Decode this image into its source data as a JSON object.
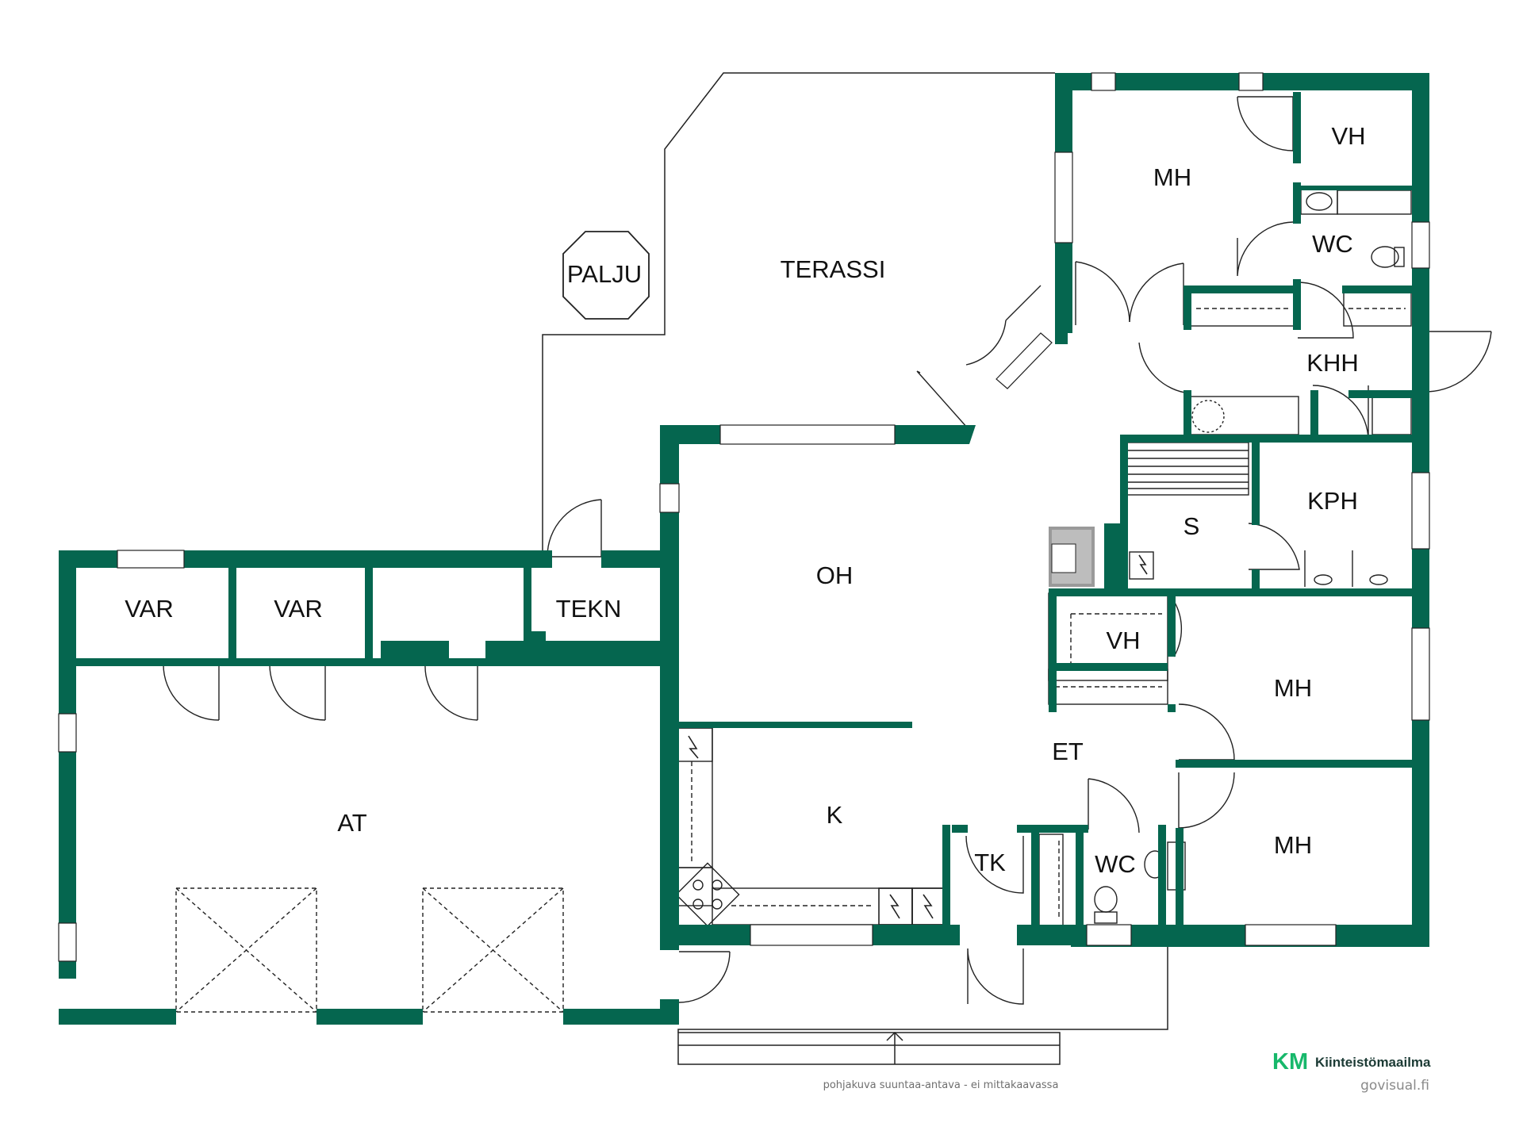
{
  "colors": {
    "wall": "#05664f",
    "line": "#222222",
    "brand_green": "#17b86b",
    "brand_dark": "#0c5a46"
  },
  "rooms": {
    "terassi": "TERASSI",
    "palju": "PALJU",
    "mh_top": "MH",
    "vh_top": "VH",
    "wc_top": "WC",
    "khh": "KHH",
    "kph": "KPH",
    "s": "S",
    "oh": "OH",
    "var1": "VAR",
    "var2": "VAR",
    "tekn": "TEKN",
    "vh_mid": "VH",
    "mh_mid": "MH",
    "et": "ET",
    "k": "K",
    "at": "AT",
    "tk": "TK",
    "wc_bottom": "WC",
    "mh_bottom": "MH"
  },
  "footer": {
    "note": "pohjakuva suuntaa-antava - ei mittakaavassa",
    "brand_mark": "KM",
    "brand_name": "Kiinteistömaailma",
    "provider": "govisual.fi"
  }
}
